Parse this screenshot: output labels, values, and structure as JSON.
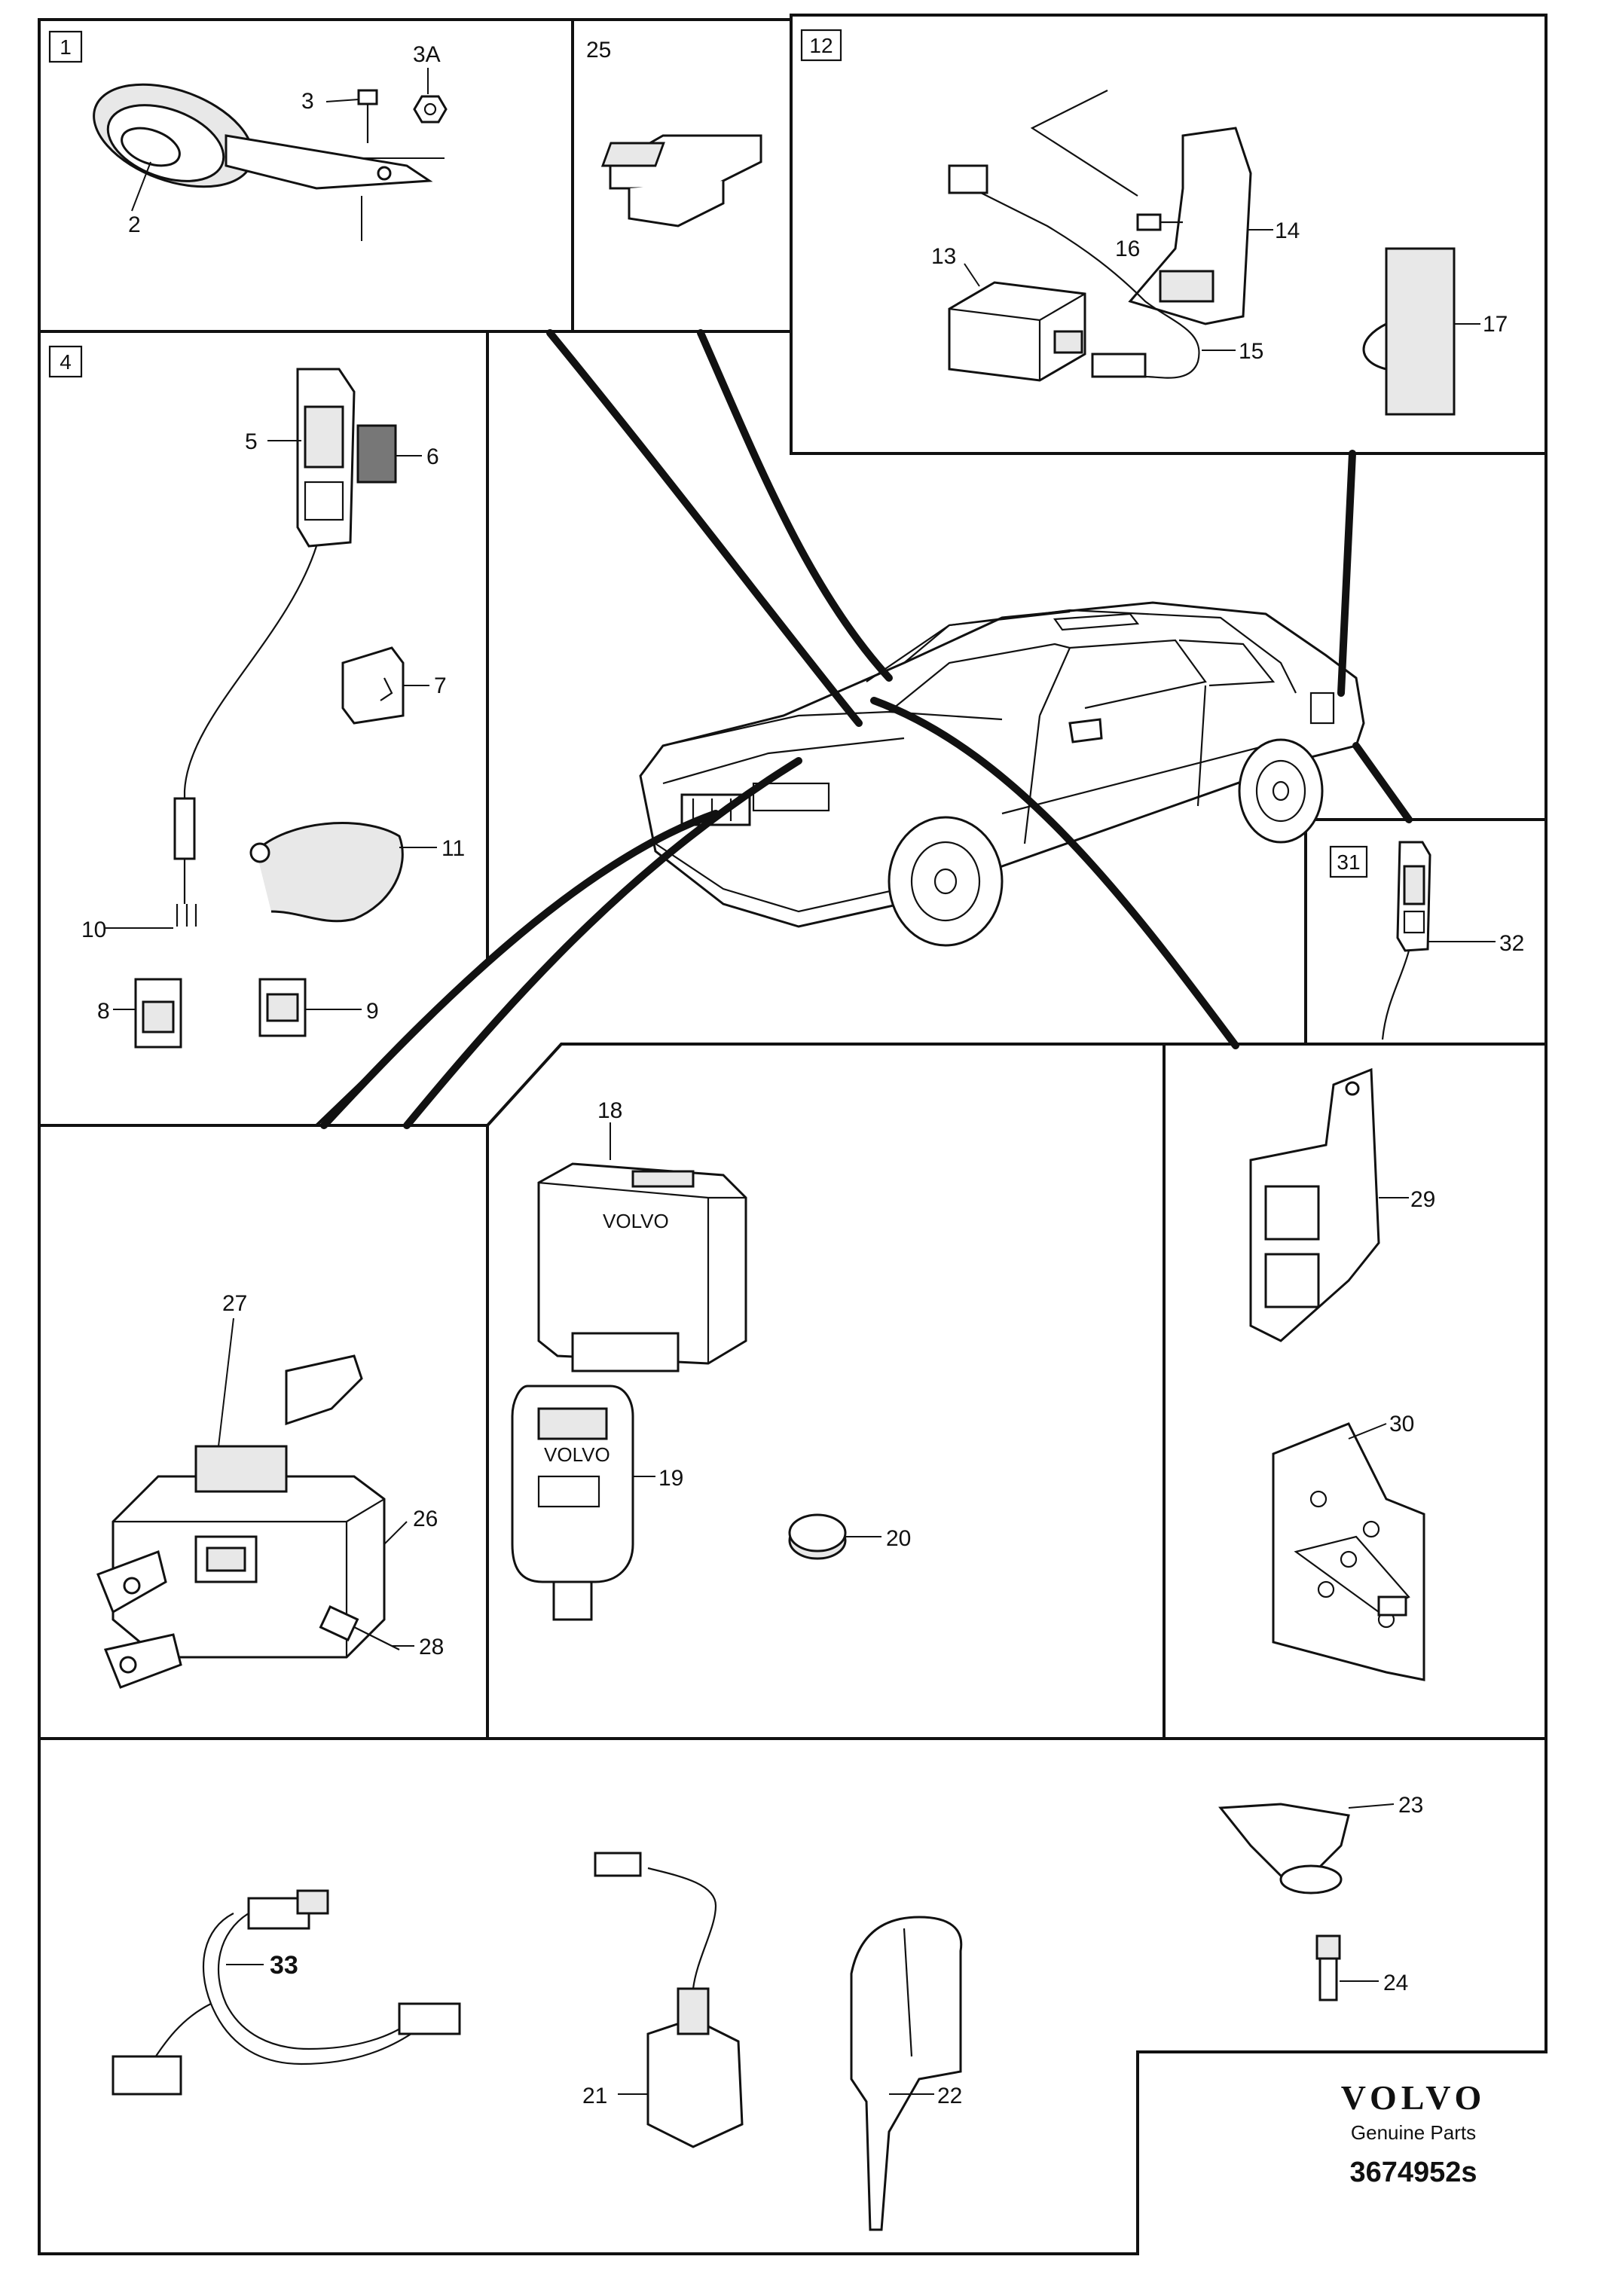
{
  "brand": {
    "logo_text": "VOLVO",
    "subtitle": "Genuine Parts",
    "diagram_code": "3674952s"
  },
  "panels": {
    "p1": "1",
    "p4": "4",
    "p12": "12",
    "p31": "31"
  },
  "callouts": {
    "c2": "2",
    "c3": "3",
    "c3a": "3A",
    "c5": "5",
    "c6": "6",
    "c7": "7",
    "c8": "8",
    "c9": "9",
    "c10": "10",
    "c11": "11",
    "c13": "13",
    "c14": "14",
    "c15": "15",
    "c16": "16",
    "c17": "17",
    "c18": "18",
    "c19": "19",
    "c20": "20",
    "c21": "21",
    "c22": "22",
    "c23": "23",
    "c24": "24",
    "c25": "25",
    "c26": "26",
    "c27": "27",
    "c28": "28",
    "c29": "29",
    "c30": "30",
    "c32": "32",
    "c33": "33"
  },
  "part_markings": {
    "ecu_logo": "VOLVO",
    "remote_logo": "VOLVO"
  }
}
